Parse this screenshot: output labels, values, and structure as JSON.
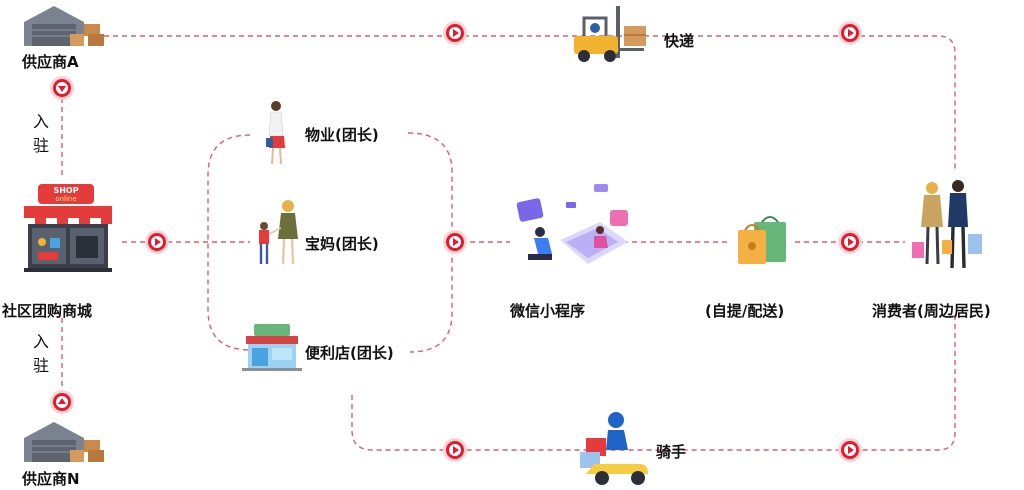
{
  "colors": {
    "arrow_red": "#e8192c",
    "dash_red": "#e8586a",
    "warehouse_gray": "#7b8390",
    "box_tan": "#c98b4d",
    "store_red": "#e43b3b",
    "forklift_yellow": "#f2b330",
    "bag_green": "#67b77b",
    "bag_orange": "#f5b044",
    "app_purple": "#7966e8",
    "scooter_yellow": "#f6cc43",
    "rider_blue": "#1f63c9"
  },
  "nodes": {
    "supplier_a": {
      "label": "供应商A",
      "icon": "warehouse-icon"
    },
    "supplier_n": {
      "label": "供应商N",
      "icon": "warehouse-icon"
    },
    "join_top": {
      "chars": [
        "入",
        "驻"
      ]
    },
    "join_bottom": {
      "chars": [
        "入",
        "驻"
      ]
    },
    "mall": {
      "label": "社区团购商城",
      "icon": "shop-online-icon",
      "sign_line1": "SHOP",
      "sign_line2": "online"
    },
    "property": {
      "label": "物业(团长)",
      "icon": "woman-icon"
    },
    "mom": {
      "label": "宝妈(团长)",
      "icon": "mother-child-icon"
    },
    "store": {
      "label": "便利店(团长)",
      "icon": "convenience-store-icon"
    },
    "miniapp": {
      "label": "微信小程序",
      "icon": "mini-program-icon"
    },
    "pickup": {
      "label": "(自提/配送)",
      "icon": "shopping-bags-icon"
    },
    "consumer": {
      "label": "消费者(周边居民)",
      "icon": "shoppers-icon"
    },
    "express": {
      "label": "快递",
      "icon": "forklift-icon"
    },
    "rider": {
      "label": "骑手",
      "icon": "delivery-rider-icon"
    }
  },
  "arrows": [
    {
      "name": "arrow-supplier-a-down",
      "dir": "down"
    },
    {
      "name": "arrow-supplier-n-up",
      "dir": "up"
    },
    {
      "name": "arrow-top-left",
      "dir": "right"
    },
    {
      "name": "arrow-top-right",
      "dir": "right"
    },
    {
      "name": "arrow-mall-to-leaders",
      "dir": "right"
    },
    {
      "name": "arrow-leaders-to-app",
      "dir": "right"
    },
    {
      "name": "arrow-pickup-to-consumer",
      "dir": "right"
    },
    {
      "name": "arrow-bottom-left",
      "dir": "right"
    },
    {
      "name": "arrow-bottom-right",
      "dir": "right"
    }
  ]
}
